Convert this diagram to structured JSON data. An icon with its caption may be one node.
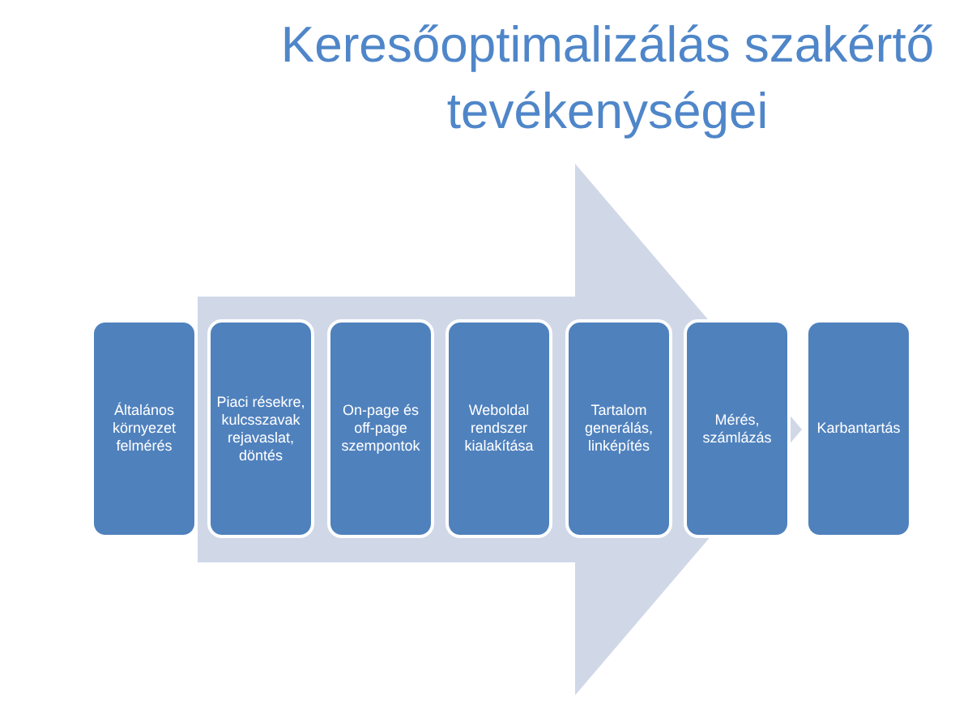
{
  "diagram": {
    "title": "Keresőoptimalizálás szakértő tevékenységei",
    "nodes": [
      {
        "text": [
          "Általános környezet felmérés"
        ]
      },
      {
        "text": [
          "Piaci résekre, kulcsszavak rejavaslat, döntés"
        ]
      },
      {
        "text": [
          "On-page és off-page szempontok"
        ]
      },
      {
        "text": [
          "Weboldal rendszer kialakítása"
        ]
      },
      {
        "text": [
          "Tartalom generálás, linképítés"
        ]
      },
      {
        "text": [
          "Mérés, számlázás"
        ]
      },
      {
        "text": [
          "Karbantartás"
        ]
      }
    ],
    "edges": [
      {
        "from": 0,
        "to": 6,
        "arrow": "to"
      }
    ]
  }
}
